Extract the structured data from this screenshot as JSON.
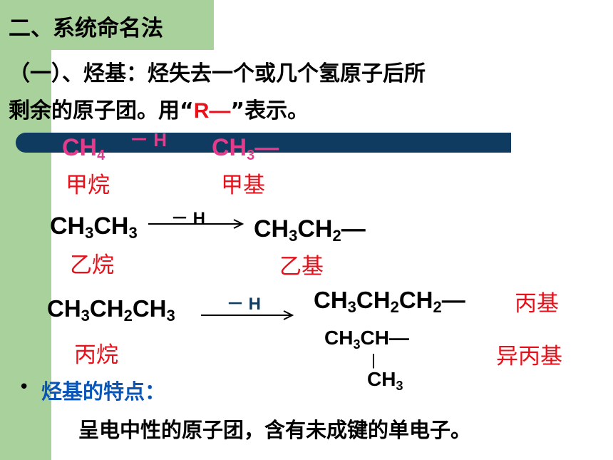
{
  "heading": "二、系统命名法",
  "definition": {
    "line1": "（一）、烃基：烃失去一个或几个氢原子后所",
    "line2_prefix": "剩余的原子团。用“",
    "symbol": "R—",
    "line2_suffix": "”表示。"
  },
  "methane_row": {
    "reactant_main": "CH",
    "reactant_sub": "4",
    "minus_h": "－ H",
    "product_main": "CH",
    "product_sub": "3",
    "product_tail": "—",
    "reactant_name": "甲烷",
    "product_name": "甲基"
  },
  "ethane_row": {
    "reactant": [
      "CH",
      "3",
      "CH",
      "3"
    ],
    "minus_h": "－ H",
    "product": [
      "CH",
      "3",
      "CH",
      "2",
      "—"
    ],
    "reactant_name": "乙烷",
    "product_name": "乙基"
  },
  "propane_row": {
    "reactant": [
      "CH",
      "3",
      "CH",
      "2",
      "CH",
      "3"
    ],
    "minus_h": "－ H",
    "product": [
      "CH",
      "3",
      "CH",
      "2",
      "CH",
      "2",
      "—"
    ],
    "product_name": "丙基",
    "reactant_name": "丙烷",
    "iso_top": [
      "CH",
      "3",
      "CH—"
    ],
    "iso_bond": "|",
    "iso_bottom": [
      "CH",
      "3"
    ],
    "iso_name": "异丙基"
  },
  "features": {
    "bullet": "•",
    "title": "烃基的特点：",
    "description": "呈电中性的原子团，含有未成键的单电子。"
  }
}
